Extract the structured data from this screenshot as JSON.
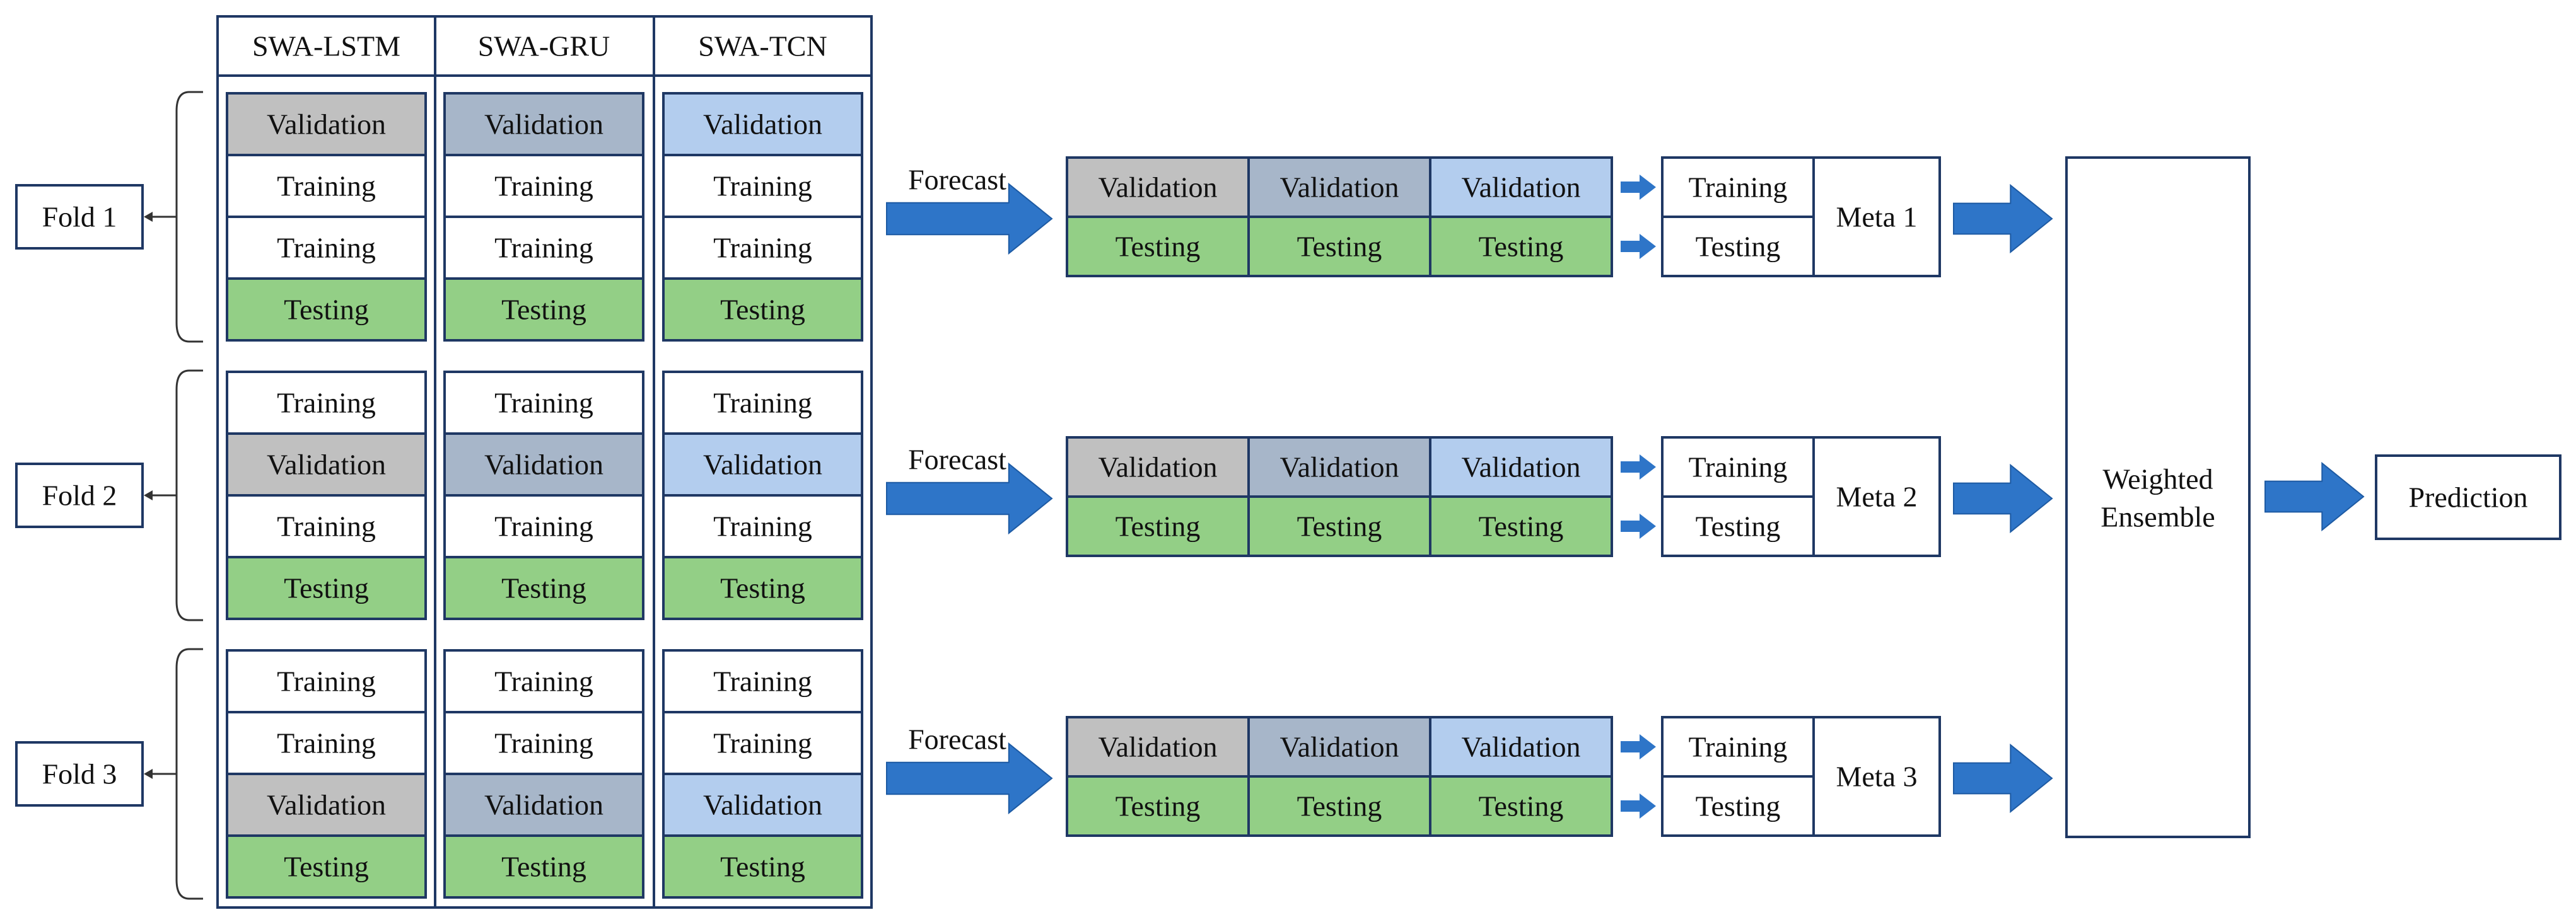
{
  "models": [
    {
      "name": "SWA-LSTM",
      "validation_color": "#c0c0c0"
    },
    {
      "name": "SWA-GRU",
      "validation_color": "#a7b6c9"
    },
    {
      "name": "SWA-TCN",
      "validation_color": "#b3cdee"
    }
  ],
  "colors": {
    "testing": "#93cf86",
    "training": "#ffffff",
    "arrow": "#2e75c8",
    "border": "#1f3864",
    "outline": "#333333"
  },
  "folds": [
    {
      "label": "Fold 1",
      "blocks": [
        "Validation",
        "Training",
        "Training",
        "Testing"
      ],
      "forecast": "Forecast",
      "meta": "Meta 1"
    },
    {
      "label": "Fold 2",
      "blocks": [
        "Training",
        "Validation",
        "Training",
        "Testing"
      ],
      "forecast": "Forecast",
      "meta": "Meta 2"
    },
    {
      "label": "Fold 3",
      "blocks": [
        "Training",
        "Training",
        "Validation",
        "Testing"
      ],
      "forecast": "Forecast",
      "meta": "Meta 3"
    }
  ],
  "forecast_row": {
    "top": [
      "Validation",
      "Validation",
      "Validation"
    ],
    "bottom": [
      "Testing",
      "Testing",
      "Testing"
    ]
  },
  "meta_inputs": [
    "Training",
    "Testing"
  ],
  "ensemble": {
    "line1": "Weighted",
    "line2": "Ensemble"
  },
  "output": "Prediction"
}
